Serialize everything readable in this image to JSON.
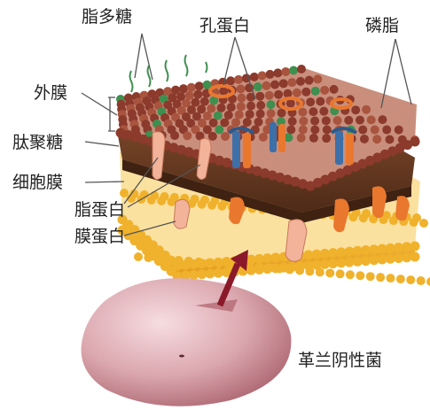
{
  "labels": {
    "lipopolysaccharide": "脂多糖",
    "porin": "孔蛋白",
    "phospholipid": "磷脂",
    "outer_membrane": "外膜",
    "peptidoglycan": "肽聚糖",
    "cell_membrane": "细胞膜",
    "lipoprotein": "脂蛋白",
    "membrane_protein": "膜蛋白",
    "organism": "革兰阴性菌"
  },
  "colors": {
    "outer_bead": "#8b3a2c",
    "outer_bead_light": "#a8543f",
    "lps_green": "#3f8f4f",
    "peptidoglycan_band": "#6b3c22",
    "inner_bead": "#f0b22c",
    "protein_orange": "#e9772e",
    "porin_blue": "#3d6fa8",
    "lipoprotein_pink": "#f2b39a",
    "cell_body": "#d59aa4",
    "arrow": "#8a1a2a",
    "leader_line": "#555555"
  }
}
